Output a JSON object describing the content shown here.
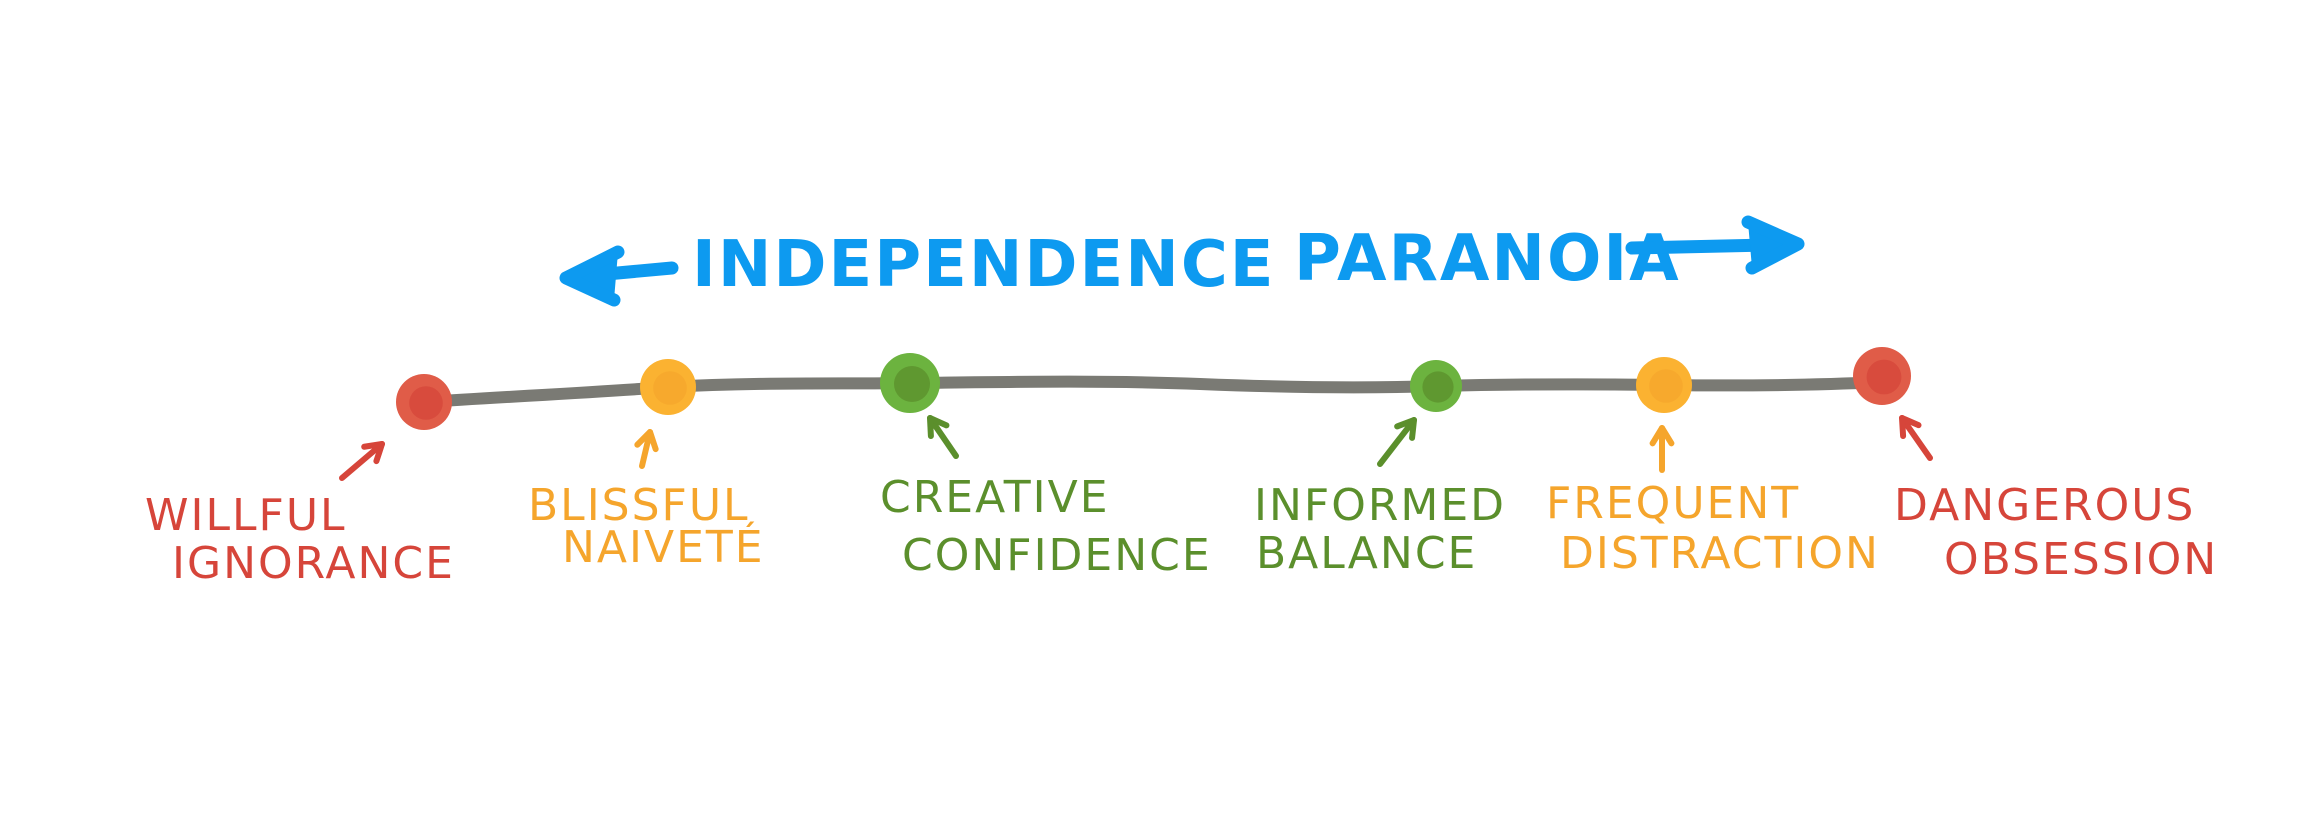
{
  "headings": {
    "left": "INDEPENDENCE",
    "right": "PARANOIA"
  },
  "colors": {
    "heading": "#0d9af0",
    "line": "#7a7a74",
    "red": "#d6453a",
    "red_fill": "#e05c48",
    "orange": "#f5a52c",
    "orange_fill": "#fbb231",
    "green": "#5b8f2c",
    "green_fill": "#6cb33f"
  },
  "points": [
    {
      "id": "willful-ignorance",
      "line1": "WILLFUL",
      "line2": "IGNORANCE",
      "color": "red"
    },
    {
      "id": "blissful-naivete",
      "line1": "BLISSFUL",
      "line2": "NAIVETÉ",
      "color": "orange"
    },
    {
      "id": "creative-confidence",
      "line1": "CREATIVE",
      "line2": "CONFIDENCE",
      "color": "green"
    },
    {
      "id": "informed-balance",
      "line1": "INFORMED",
      "line2": "BALANCE",
      "color": "green"
    },
    {
      "id": "frequent-distraction",
      "line1": "FREQUENT",
      "line2": "DISTRACTION",
      "color": "orange"
    },
    {
      "id": "dangerous-obsession",
      "line1": "DANGEROUS",
      "line2": "OBSESSION",
      "color": "red"
    }
  ]
}
